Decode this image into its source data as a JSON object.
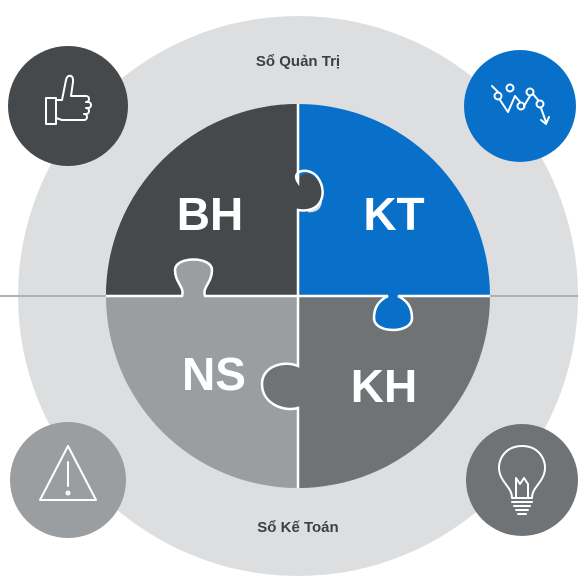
{
  "diagram": {
    "top_label": "Sổ Quản Trị",
    "bottom_label": "Sổ Kế Toán",
    "pieces": {
      "top_left": {
        "label": "BH",
        "color": "#45494b"
      },
      "top_right": {
        "label": "KT",
        "color": "#0870c9"
      },
      "bottom_left": {
        "label": "NS",
        "color": "#9b9ea0"
      },
      "bottom_right": {
        "label": "KH",
        "color": "#6f7375"
      }
    },
    "ring_color": "#dcdee0",
    "icons": {
      "top_left": {
        "name": "thumbs-up-icon",
        "color": "#45494b"
      },
      "top_right": {
        "name": "trend-down-icon",
        "color": "#0870c9"
      },
      "bottom_left": {
        "name": "warning-icon",
        "color": "#9b9ea0"
      },
      "bottom_right": {
        "name": "lightbulb-icon",
        "color": "#6f7375"
      }
    }
  }
}
